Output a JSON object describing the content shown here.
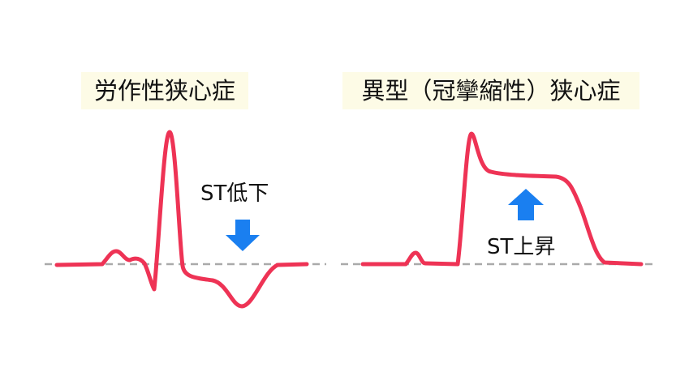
{
  "panels": [
    {
      "title": "労作性狭心症",
      "st_label": "ST低下",
      "arrow": "down-arrow-icon"
    },
    {
      "title": "異型（冠攣縮性）狭心症",
      "st_label": "ST上昇",
      "arrow": "up-arrow-icon"
    }
  ],
  "colors": {
    "ecg_line": "#ee3355",
    "arrow": "#1a7ff0",
    "baseline": "#aaaaaa",
    "title_bg": "#fdfbe6"
  }
}
